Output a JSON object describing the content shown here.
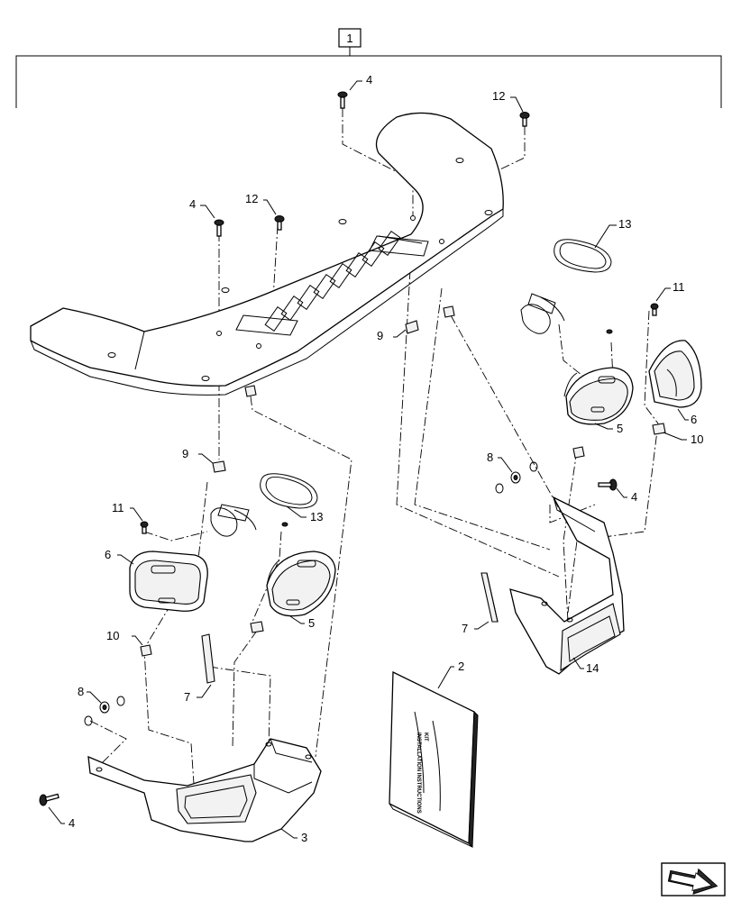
{
  "assembly_label": "1",
  "callouts": {
    "c4_top": "4",
    "c12_top": "12",
    "c4_left": "4",
    "c12_left": "12",
    "c13_right": "13",
    "c11_right": "11",
    "c9_right": "9",
    "c6_right": "6",
    "c5_right": "5",
    "c10_right": "10",
    "c8_right": "8",
    "c4_right": "4",
    "c9_left": "9",
    "c11_left": "11",
    "c13_left": "13",
    "c6_left": "6",
    "c5_left": "5",
    "c10_left": "10",
    "c7_left": "7",
    "c8_left": "8",
    "c4_bottom": "4",
    "c3": "3",
    "c2": "2",
    "c7_right": "7",
    "c14": "14"
  },
  "book": {
    "line1": "KIT",
    "line2": "INSTALLATION INSTRUCTIONS"
  },
  "nav_icon": "next-page-arrow-icon"
}
